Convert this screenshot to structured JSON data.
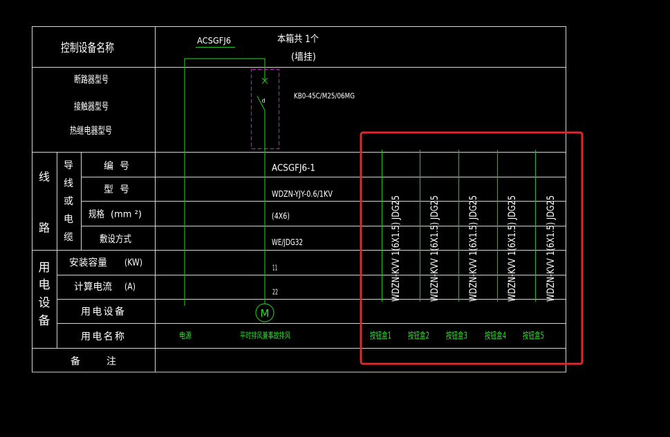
{
  "colors": {
    "background": "#000000",
    "grid": "#d6d6d6",
    "text": "#ffffff",
    "wire": "#22b422",
    "green_text": "#35d835",
    "breaker_box": "#b31db3",
    "highlight": "#e3262b"
  },
  "header": {
    "device_name_label": "控制设备名称",
    "box_code": "ACSGFJ6",
    "box_count": "本箱共 1个",
    "mounting": "(墙挂)"
  },
  "switchgear": {
    "breaker_label": "断路器型号",
    "contactor_label": "接触器型号",
    "thermal_relay_label": "热继电器型号",
    "breaker_model": "KB0-45C/M25/06MG",
    "contact_mark": "d"
  },
  "line": {
    "group_label": [
      "线",
      "路"
    ],
    "conductor_label": [
      "导",
      "线",
      "或",
      "电",
      "缆"
    ],
    "number_label": "编 号",
    "number": "ACSGFJ6-1",
    "type_label": "型 号",
    "type": "WDZN-YJY-0.6/1KV",
    "spec_label": "规格",
    "spec_unit": "(mm ²)",
    "spec": "(4X6)",
    "laying_label": "敷设方式",
    "laying": "WE/JDG32"
  },
  "load": {
    "group_label": [
      "用",
      "电",
      "设",
      "备"
    ],
    "capacity_label": "安装容量",
    "capacity_unit": "(KW)",
    "capacity": "11",
    "current_label": "计算电流",
    "current_unit": "(A)",
    "current": "22",
    "equipment_label": "用 电 设 备",
    "equipment_symbol": "M",
    "name_label": "用 电 名 称",
    "names": [
      "电源",
      "平时排风兼事故排风"
    ]
  },
  "remarks": {
    "label": "备 注"
  },
  "control_circuits": [
    {
      "cable": "WDZN-KVV 1(6X1.5) JDG25",
      "name": "按钮盒1"
    },
    {
      "cable": "WDZN-KVV 1(6X1.5) JDG25",
      "name": "按钮盒2"
    },
    {
      "cable": "WDZN-KVV 1(6X1.5) JDG25",
      "name": "按钮盒3"
    },
    {
      "cable": "WDZN-KVV 1(6X1.5) JDG25",
      "name": "按钮盒4"
    },
    {
      "cable": "WDZN-KVV 1(6X1.5) JDG25",
      "name": "按钮盒5"
    }
  ]
}
